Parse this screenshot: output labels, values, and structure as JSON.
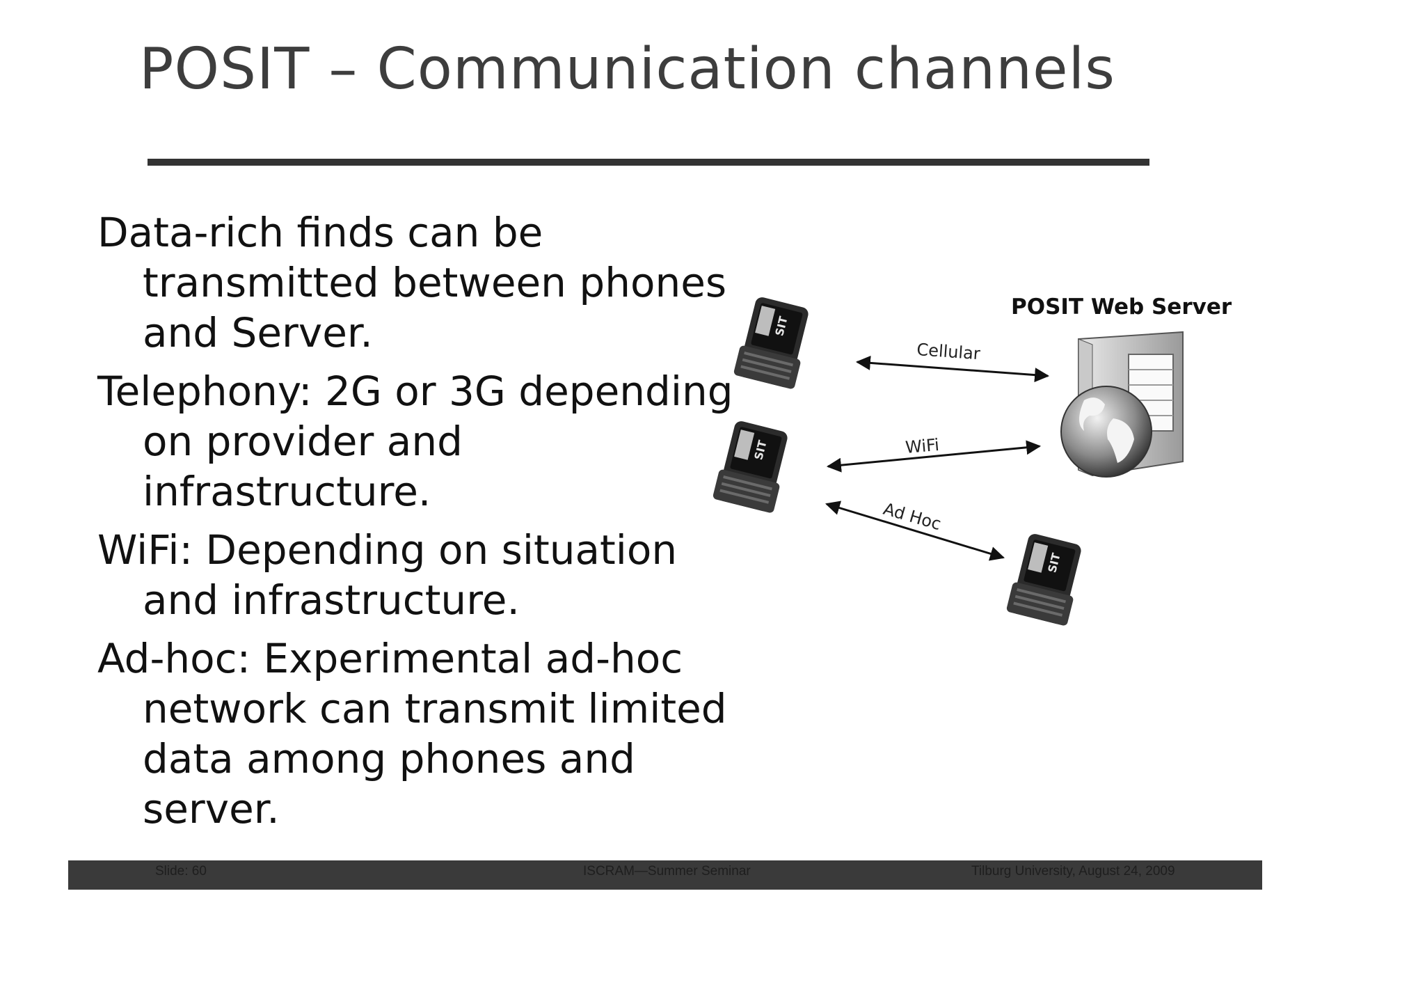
{
  "title": "POSIT – Communication channels",
  "bullets": [
    {
      "text": "Data-rich finds can be transmitted between phones and Server."
    },
    {
      "text": "Telephony: 2G or 3G depending on provider and infrastructure."
    },
    {
      "text": "WiFi: Depending on situation and infrastructure."
    },
    {
      "text": "Ad-hoc: Experimental ad-hoc network can transmit limited data among phones and server."
    }
  ],
  "diagram": {
    "server_label": "POSIT Web Server",
    "links": {
      "cellular": "Cellular",
      "wifi": "WiFi",
      "adhoc": "Ad Hoc"
    },
    "phone_screen_text": "SIT"
  },
  "footer": {
    "slide": "Slide: 60",
    "center": "ISCRAM—Summer Seminar",
    "right": "Tilburg University, August 24, 2009"
  }
}
